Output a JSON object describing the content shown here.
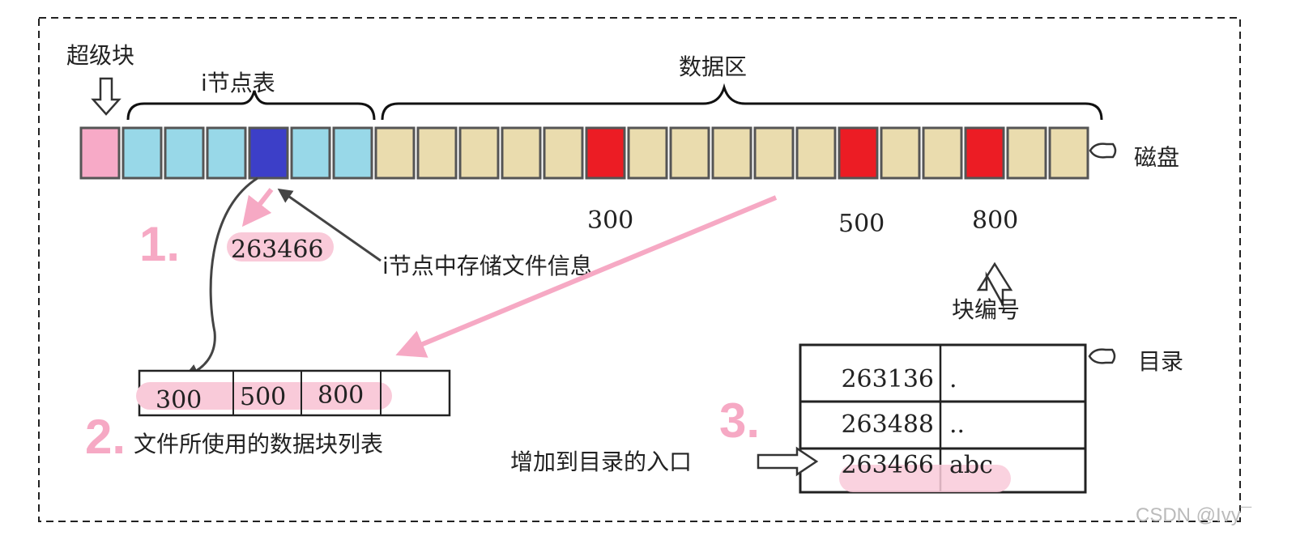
{
  "labels": {
    "superblock": "超级块",
    "inode_table": "i节点表",
    "data_area": "数据区",
    "disk": "磁盘",
    "block_number": "块编号",
    "inode_info": "i节点中存储文件信息",
    "block_list_caption": "文件所使用的数据块列表",
    "directory": "目录",
    "add_entry": "增加到目录的入口",
    "watermark": "CSDN @Ivy¯"
  },
  "steps": [
    "1.",
    "2.",
    "3."
  ],
  "inode_number": "263466",
  "block_numbers": [
    "300",
    "500",
    "800"
  ],
  "block_list": [
    "300",
    "500",
    "800"
  ],
  "directory_entries": [
    {
      "inode": "263136",
      "name": "."
    },
    {
      "inode": "263488",
      "name": ".."
    },
    {
      "inode": "263466",
      "name": "abc"
    }
  ],
  "disk_blocks": [
    "super",
    "inode",
    "inode",
    "inode",
    "inode-used",
    "inode",
    "inode",
    "data",
    "data",
    "data",
    "data",
    "data",
    "used",
    "data",
    "data",
    "data",
    "data",
    "data",
    "used",
    "data",
    "data",
    "used",
    "data",
    "data"
  ],
  "colors": {
    "super": "#f7aac7",
    "inode": "#98d8e8",
    "inode-used": "#3c3fc8",
    "data": "#eadcae",
    "used": "#ec1c24",
    "highlight": "#f9cad9",
    "step": "#f6a9c4"
  }
}
